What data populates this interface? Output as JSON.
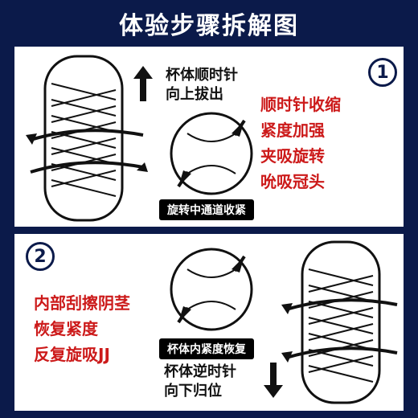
{
  "title": "体验步骤拆解图",
  "step1": {
    "number": "1",
    "caption_line1": "杯体顺时针",
    "caption_line2": "向上拔出",
    "pill": "旋转中通道收紧",
    "benefits": [
      "顺时针收缩",
      "紧度加强",
      "夹吸旋转",
      "吮吸冠头"
    ]
  },
  "step2": {
    "number": "2",
    "caption_line1": "杯体逆时针",
    "caption_line2": "向下归位",
    "pill": "杯体内紧度恢复",
    "benefits": [
      "内部刮擦阴茎",
      "恢复紧度",
      "反复旋吸JJ"
    ]
  },
  "colors": {
    "background": "#0b1a4a",
    "panel": "#ffffff",
    "accent_red": "#cc1a1a"
  }
}
